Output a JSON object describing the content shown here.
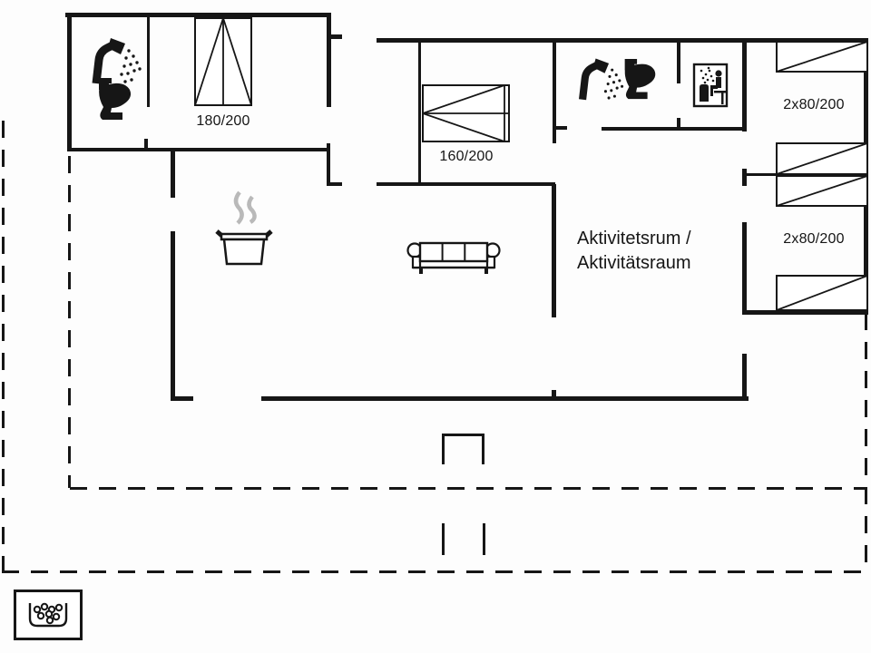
{
  "meta": {
    "type": "floor-plan",
    "description": "Holiday home floor plan with terrace, activity room, three bedrooms, two bathrooms, sauna and hot tub"
  },
  "colors": {
    "wall": "#161616",
    "ink": "#161616",
    "steam": "#b9b9b9",
    "bg": "#fdfdfd"
  },
  "rooms": {
    "activity_room": {
      "label_line1": "Aktivitetsrum /",
      "label_line2": "Aktivitätsraum"
    },
    "bedroom_left": {
      "bed_label": "180/200"
    },
    "bedroom_middle": {
      "bed_label": "160/200"
    },
    "bedroom_right_top": {
      "bed_label": "2x80/200"
    },
    "bedroom_right_bottom": {
      "bed_label": "2x80/200"
    }
  },
  "icons": {
    "shower": "shower head with spray",
    "toilet": "toilet side silhouette",
    "sauna": "sauna cabin with seated person, stove and steam",
    "cooking_pot": "steaming cooking pot marking the kitchen",
    "sofa": "three-seat sofa",
    "hot_tub": "outdoor hot tub with bubbles",
    "terrace_boundary": "dashed line marking terrace edge"
  }
}
